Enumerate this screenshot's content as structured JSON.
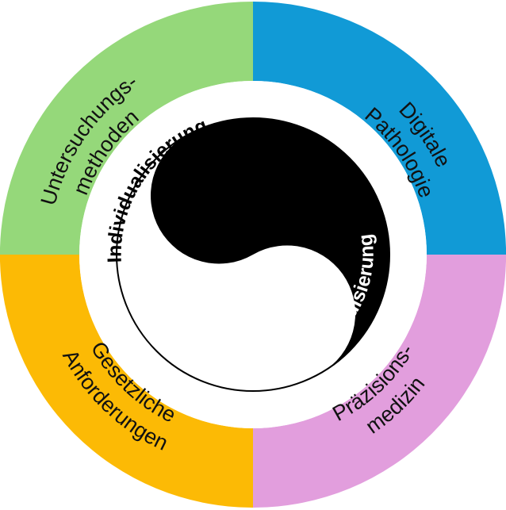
{
  "quadrants": [
    {
      "id": "top-left",
      "lines": [
        "Untersuchungs-",
        "methoden"
      ],
      "color": "#95D87A"
    },
    {
      "id": "top-right",
      "lines": [
        "Digitale",
        "Pathologie"
      ],
      "color": "#119AD6"
    },
    {
      "id": "bottom-left",
      "lines": [
        "Gesetzliche",
        "Anforderungen"
      ],
      "color": "#FCBA05"
    },
    {
      "id": "bottom-right",
      "lines": [
        "Präzisions-",
        "medizin"
      ],
      "color": "#E29EDD"
    }
  ],
  "yin_yang": {
    "left_label": "Individualisierung",
    "right_label": "Standardisierung",
    "light_color": "#ffffff",
    "dark_color": "#000000"
  }
}
